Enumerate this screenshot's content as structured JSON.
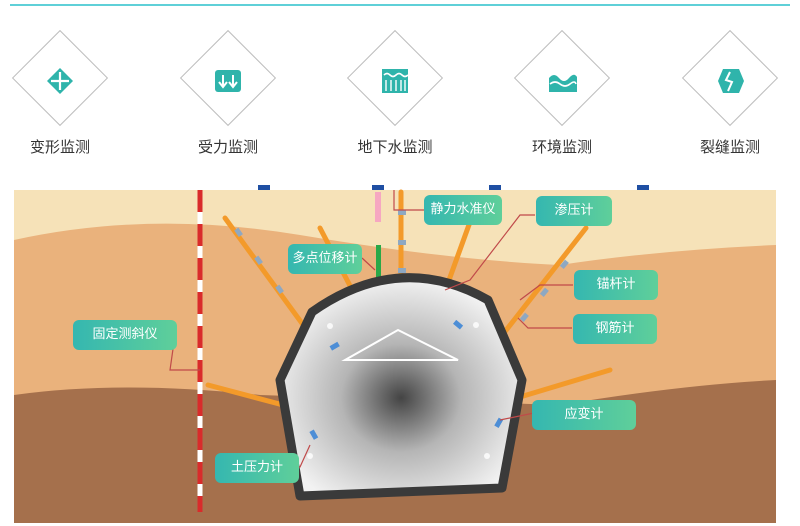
{
  "categories": [
    {
      "label": "变形监测",
      "icon": "deformation-icon"
    },
    {
      "label": "受力监测",
      "icon": "force-icon"
    },
    {
      "label": "地下水监测",
      "icon": "groundwater-icon"
    },
    {
      "label": "环境监测",
      "icon": "environment-icon"
    },
    {
      "label": "裂缝监测",
      "icon": "crack-icon"
    }
  ],
  "callouts": {
    "static_level": "静力水准仪",
    "piezometer": "渗压计",
    "multipoint_extensometer": "多点位移计",
    "anchor_meter": "锚杆计",
    "fixed_inclinometer": "固定测斜仪",
    "rebar_meter": "钢筋计",
    "strain_gauge": "应变计",
    "earth_pressure_cell": "土压力计"
  },
  "colors": {
    "accent": "#2fb4ab",
    "soil_top": "#f6e2b8",
    "soil_mid": "#eab27c",
    "soil_bottom": "#a5704c",
    "tunnel_lining": "#3a3a3a",
    "sensor_rod": "#f39a2a"
  }
}
